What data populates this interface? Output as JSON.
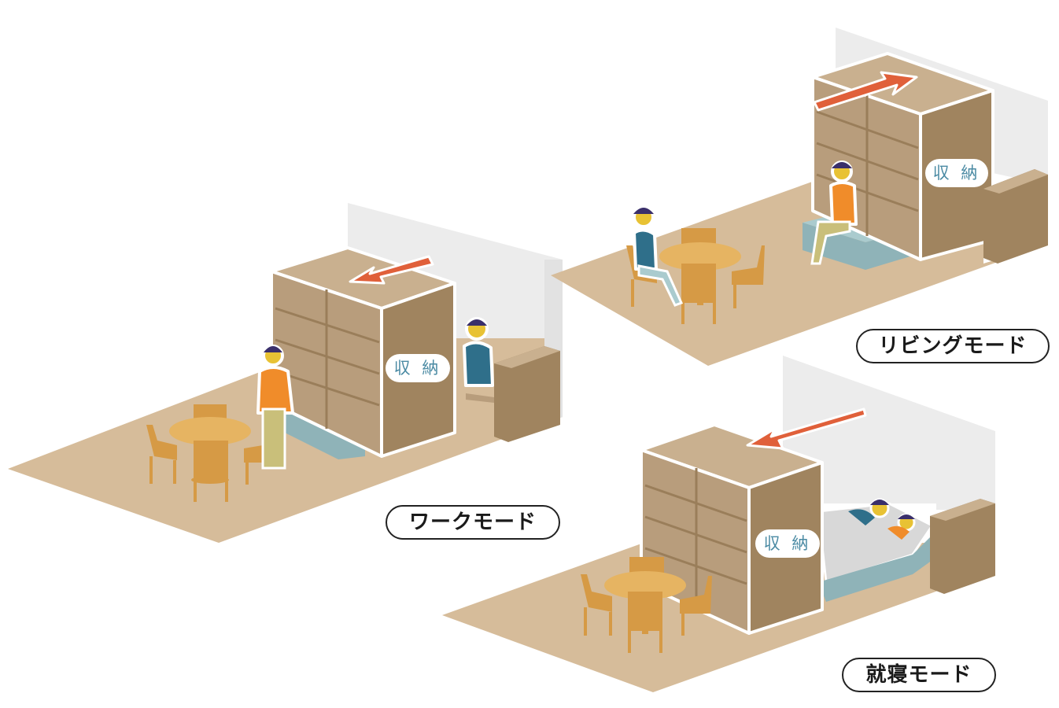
{
  "modes": {
    "work": {
      "label": "ワークモード",
      "storage_label": "収 納"
    },
    "living": {
      "label": "リビングモード",
      "storage_label": "収 納"
    },
    "sleep": {
      "label": "就寝モード",
      "storage_label": "収 納"
    }
  },
  "colors": {
    "floor": "#d6bc9a",
    "wall": "#ececec",
    "shelf_front": "#b89d7c",
    "shelf_dark": "#a0845f",
    "shelf_top": "#c9b08f",
    "bench": "#8fb3b8",
    "bench_top": "#aacbce",
    "arrow": "#e0603a",
    "table": "#e6b462",
    "chair": "#d69a45",
    "person_skin": "#e8c234",
    "person_hair": "#3a2f6b",
    "shirt_orange": "#f08c2a",
    "shirt_blue": "#2f6f8a",
    "pants_khaki": "#c9bf7a",
    "bed": "#d8d8d8"
  }
}
